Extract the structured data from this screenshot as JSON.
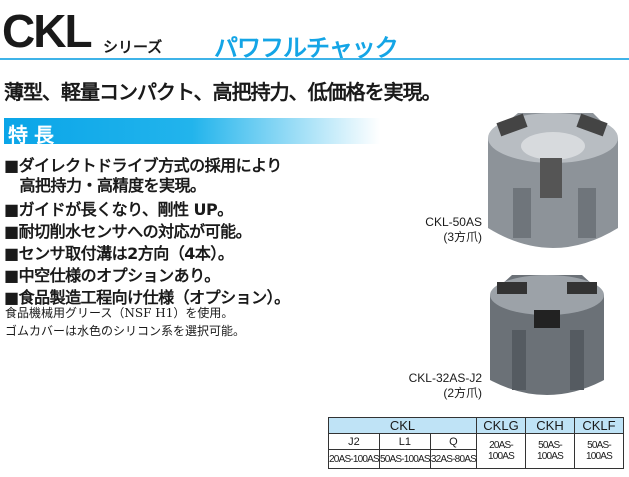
{
  "header": {
    "series": "CKL",
    "series_suffix": "シリーズ",
    "title": "パワフルチャック",
    "accent_color": "#14a5e6"
  },
  "headline": "薄型、軽量コンパクト、高把持力、低価格を実現。",
  "features": {
    "title": "特長",
    "items": [
      "■ダイレクトドライブ方式の採用により",
      "　高把持力・高精度を実現。",
      "■ガイドが長くなり、剛性 UP。",
      "■耐切削水センサへの対応が可能。",
      "■センサ取付溝は2方向（4本）。",
      "■中空仕様のオプションあり。",
      "■食品製造工程向け仕様（オプション）。"
    ],
    "notes": [
      "食品機械用グリース（NSF H1）を使用。",
      "ゴムカバーは水色のシリコン系を選択可能。"
    ]
  },
  "products": [
    {
      "model": "CKL-50AS",
      "jaws": "(3方爪)"
    },
    {
      "model": "CKL-32AS-J2",
      "jaws": "(2方爪)"
    }
  ],
  "table": {
    "headers": [
      "CKL",
      "CKLG",
      "CKH",
      "CKLF"
    ],
    "sub_headers": [
      "J2",
      "L1",
      "Q"
    ],
    "values": [
      "20AS-100AS",
      "50AS-100AS",
      "32AS-80AS",
      "20AS-100AS",
      "50AS-100AS",
      "50AS-100AS"
    ]
  }
}
